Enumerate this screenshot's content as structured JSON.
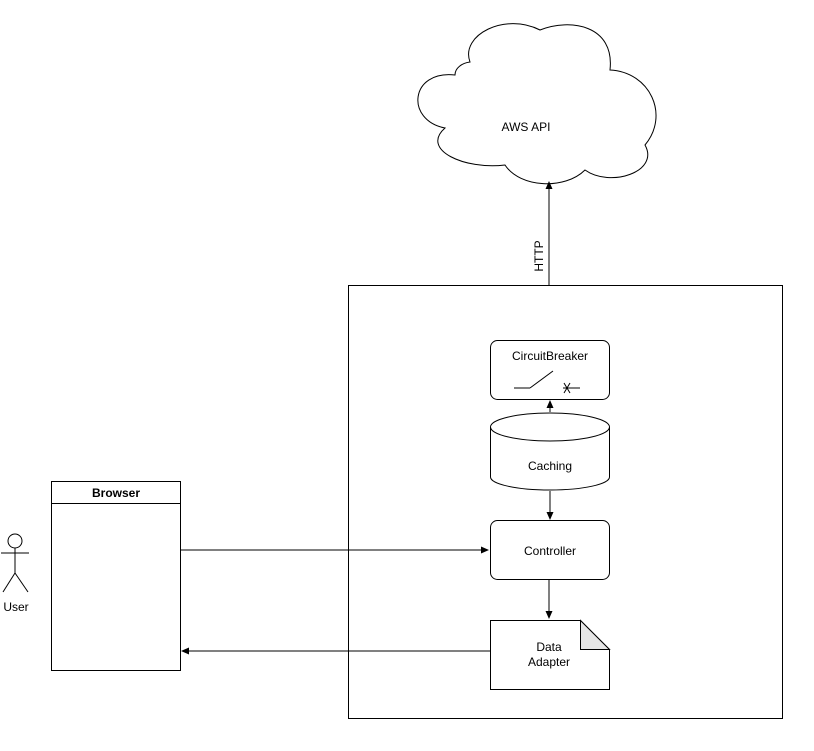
{
  "nodes": {
    "cloud": {
      "label": "AWS API"
    },
    "circuit_breaker": {
      "label": "CircuitBreaker"
    },
    "caching": {
      "label": "Caching"
    },
    "controller": {
      "label": "Controller"
    },
    "data_adapter": {
      "label_line1": "Data",
      "label_line2": "Adapter"
    },
    "browser": {
      "title": "Browser"
    },
    "user": {
      "label": "User"
    }
  },
  "edges": {
    "http": {
      "label": "HTTP"
    }
  }
}
